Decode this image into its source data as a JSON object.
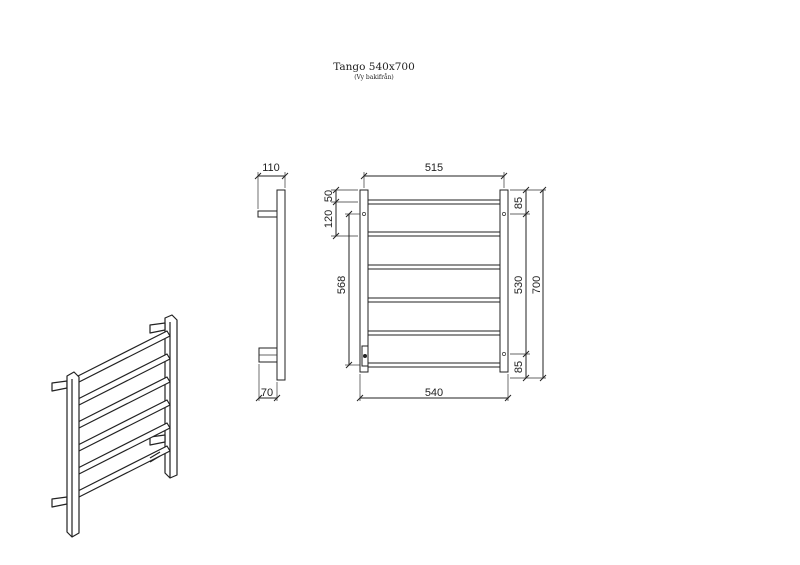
{
  "title": "Tango 540x700",
  "subtitle": "(Vy bakifrån)",
  "side_view": {
    "top_width": "110",
    "bottom_width": "70"
  },
  "front_view": {
    "top_width": "515",
    "bottom_width": "540",
    "left_top_offset": "50",
    "left_mount_offset": "120",
    "left_mount_height": "568",
    "right_top_offset": "85",
    "right_mount_height": "530",
    "right_bottom_offset": "85",
    "total_height": "700"
  }
}
